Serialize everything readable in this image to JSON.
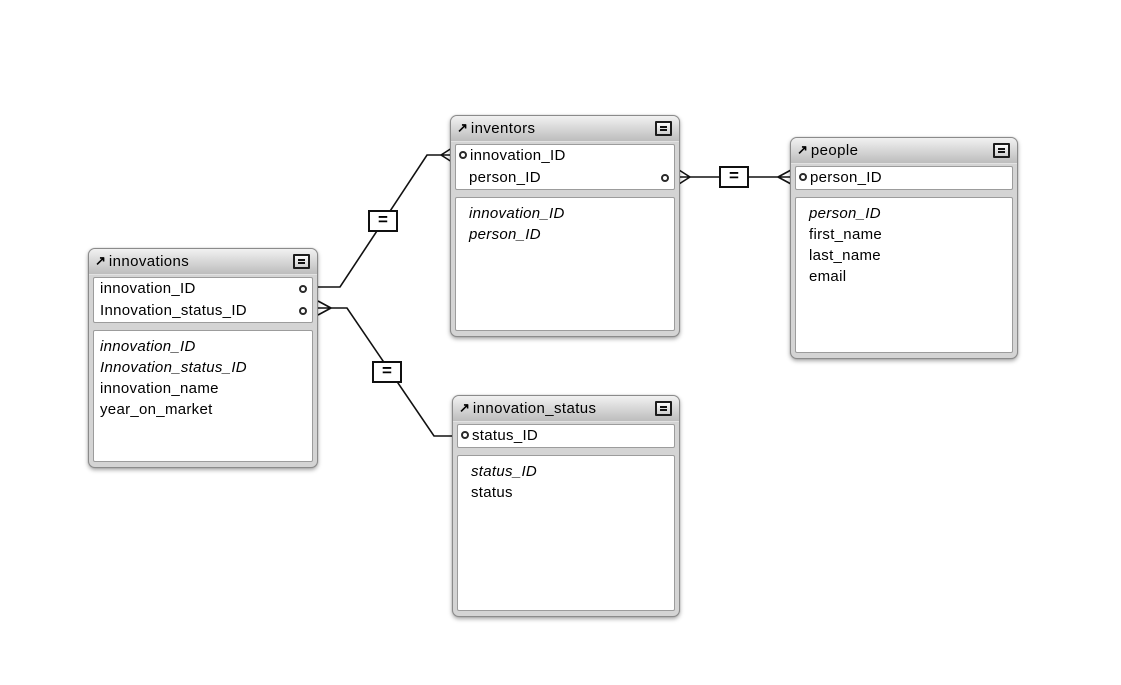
{
  "diagram": {
    "kind": "relationship-graph",
    "background_color": "#ffffff",
    "line_color": "#111111",
    "table_frame_color": "#d4d4d4",
    "header_gradient": [
      "#f1f1f1",
      "#bdbdbd"
    ],
    "icons": {
      "header_arrow": "↗",
      "collapse_button": "window-collapse-icon",
      "connector_dot": "round-connector-dot"
    },
    "tables": [
      {
        "title": "innovations",
        "match_fields": [
          {
            "name": "innovation_ID",
            "dot_side": "right"
          },
          {
            "name": "Innovation_status_ID",
            "dot_side": "right"
          }
        ],
        "fields": [
          {
            "name": "innovation_ID",
            "style": "italic"
          },
          {
            "name": "Innovation_status_ID",
            "style": "italic"
          },
          {
            "name": "innovation_name",
            "style": "normal"
          },
          {
            "name": "year_on_market",
            "style": "normal"
          }
        ]
      },
      {
        "title": "inventors",
        "match_fields": [
          {
            "name": "innovation_ID",
            "dot_side": "left"
          },
          {
            "name": "person_ID",
            "dot_side": "right"
          }
        ],
        "fields": [
          {
            "name": "innovation_ID",
            "style": "italic"
          },
          {
            "name": "person_ID",
            "style": "italic"
          }
        ]
      },
      {
        "title": "people",
        "match_fields": [
          {
            "name": "person_ID",
            "dot_side": "left"
          }
        ],
        "fields": [
          {
            "name": "person_ID",
            "style": "italic"
          },
          {
            "name": "first_name",
            "style": "normal"
          },
          {
            "name": "last_name",
            "style": "normal"
          },
          {
            "name": "email",
            "style": "normal"
          }
        ]
      },
      {
        "title": "innovation_status",
        "match_fields": [
          {
            "name": "status_ID",
            "dot_side": "left"
          }
        ],
        "fields": [
          {
            "name": "status_ID",
            "style": "italic"
          },
          {
            "name": "status",
            "style": "normal"
          }
        ]
      }
    ],
    "relationships": [
      {
        "operator": "=",
        "from": "innovations.innovation_ID",
        "to": "inventors.innovation_ID",
        "from_marker": "plain",
        "to_marker": "crow-foot"
      },
      {
        "operator": "=",
        "from": "inventors.person_ID",
        "to": "people.person_ID",
        "from_marker": "crow-foot",
        "to_marker": "crow-foot"
      },
      {
        "operator": "=",
        "from": "innovations.Innovation_status_ID",
        "to": "innovation_status.status_ID",
        "from_marker": "crow-foot",
        "to_marker": "plain"
      }
    ]
  }
}
